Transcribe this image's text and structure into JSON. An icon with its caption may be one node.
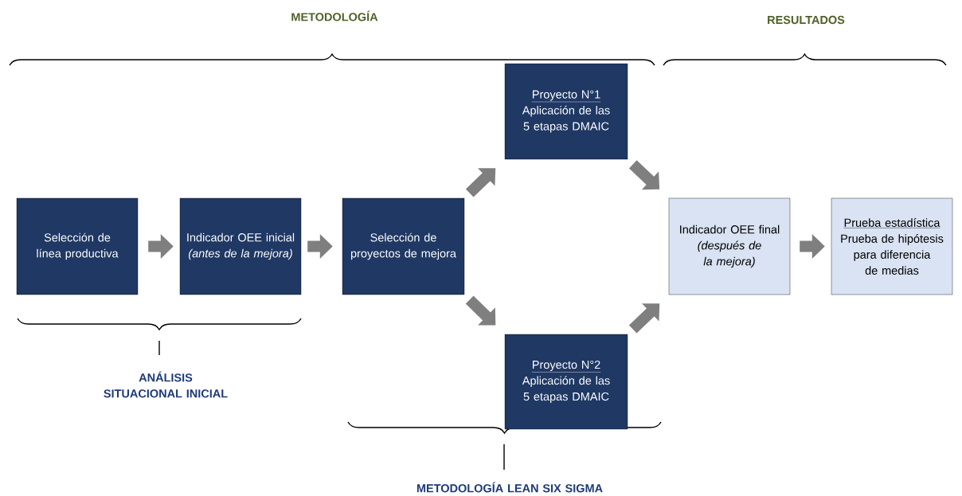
{
  "diagram": {
    "nodes": [
      {
        "text": [
          "Selección de línea productiva"
        ]
      },
      {
        "text": [
          "Indicador OEE inicial",
          "(antes de la mejora)"
        ]
      },
      {
        "text": [
          "Selección de proyectos de mejora"
        ]
      },
      {
        "text": [
          "Proyecto N°1",
          "Aplicación de las 5 etapas DMAIC"
        ]
      },
      {
        "text": [
          "Proyecto N°2",
          "Aplicación de las 5 etapas DMAIC"
        ]
      },
      {
        "text": [
          "Indicador OEE final",
          "(después de la mejora)"
        ]
      },
      {
        "text": [
          "Prueba estadística",
          "Prueba de hipótesis para diferencia de medias"
        ]
      }
    ],
    "edges": [
      {
        "from": 0,
        "to": 1,
        "arrow": "to"
      },
      {
        "from": 1,
        "to": 2,
        "arrow": "to"
      },
      {
        "from": 2,
        "to": 3,
        "arrow": "to"
      },
      {
        "from": 2,
        "to": 4,
        "arrow": "to"
      },
      {
        "from": 3,
        "to": 5,
        "arrow": "to"
      },
      {
        "from": 4,
        "to": 5,
        "arrow": "to"
      },
      {
        "from": 5,
        "to": 6,
        "arrow": "to"
      }
    ],
    "labels": [
      "METODOLOGÍA",
      "RESULTADOS",
      "ANÁLISIS SITUACIONAL INICIAL",
      "METODOLOGÍA LEAN SIX SIGMA"
    ]
  }
}
